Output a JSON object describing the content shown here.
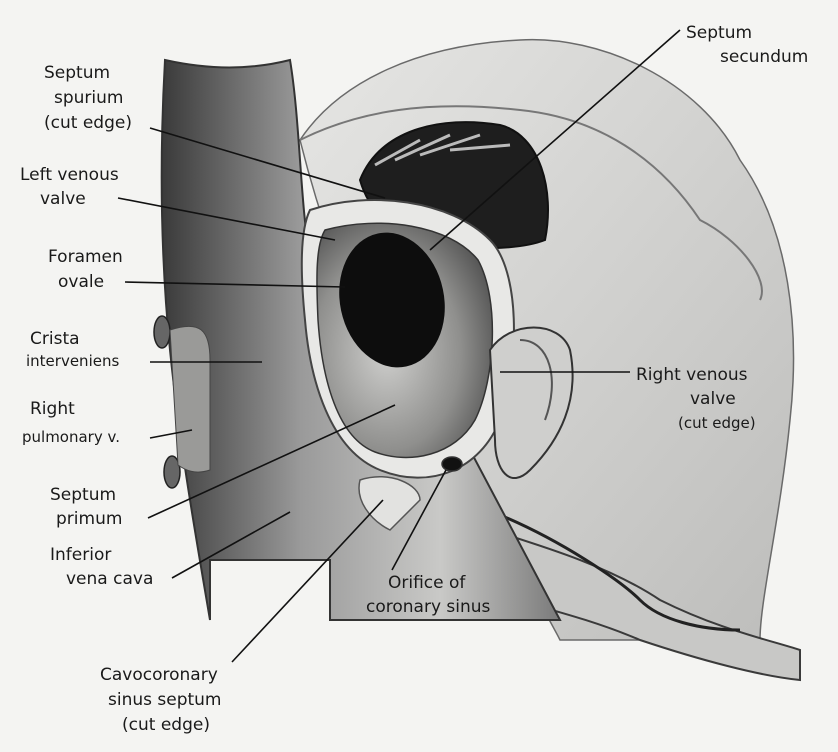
{
  "labels": {
    "septum_spurium": [
      "Septum",
      "spurium",
      "(cut edge)"
    ],
    "left_venous_valve": [
      "Left venous",
      "valve"
    ],
    "foramen_ovale": [
      "Foramen",
      "ovale"
    ],
    "crista_interveniens": [
      "Crista",
      "interveniens"
    ],
    "right_pulmonary_v": [
      "Right",
      "pulmonary v."
    ],
    "septum_primum": [
      "Septum",
      "primum"
    ],
    "inferior_vena_cava": [
      "Inferior",
      "vena cava"
    ],
    "cavocoronary_sinus_septum": [
      "Cavocoronary",
      "sinus septum",
      "(cut edge)"
    ],
    "orifice_of_coronary_sinus": [
      "Orifice of",
      "coronary sinus"
    ],
    "right_venous_valve": [
      "Right venous",
      "valve",
      "(cut edge)"
    ],
    "septum_secundum": [
      "Septum",
      "secundum"
    ]
  },
  "colors": {
    "background": "#f4f4f2",
    "tissue_dark": "#2a2a2a",
    "tissue_mid": "#8c8c8c",
    "tissue_light": "#d8d8d6",
    "foramen": "#0d0d0d"
  }
}
